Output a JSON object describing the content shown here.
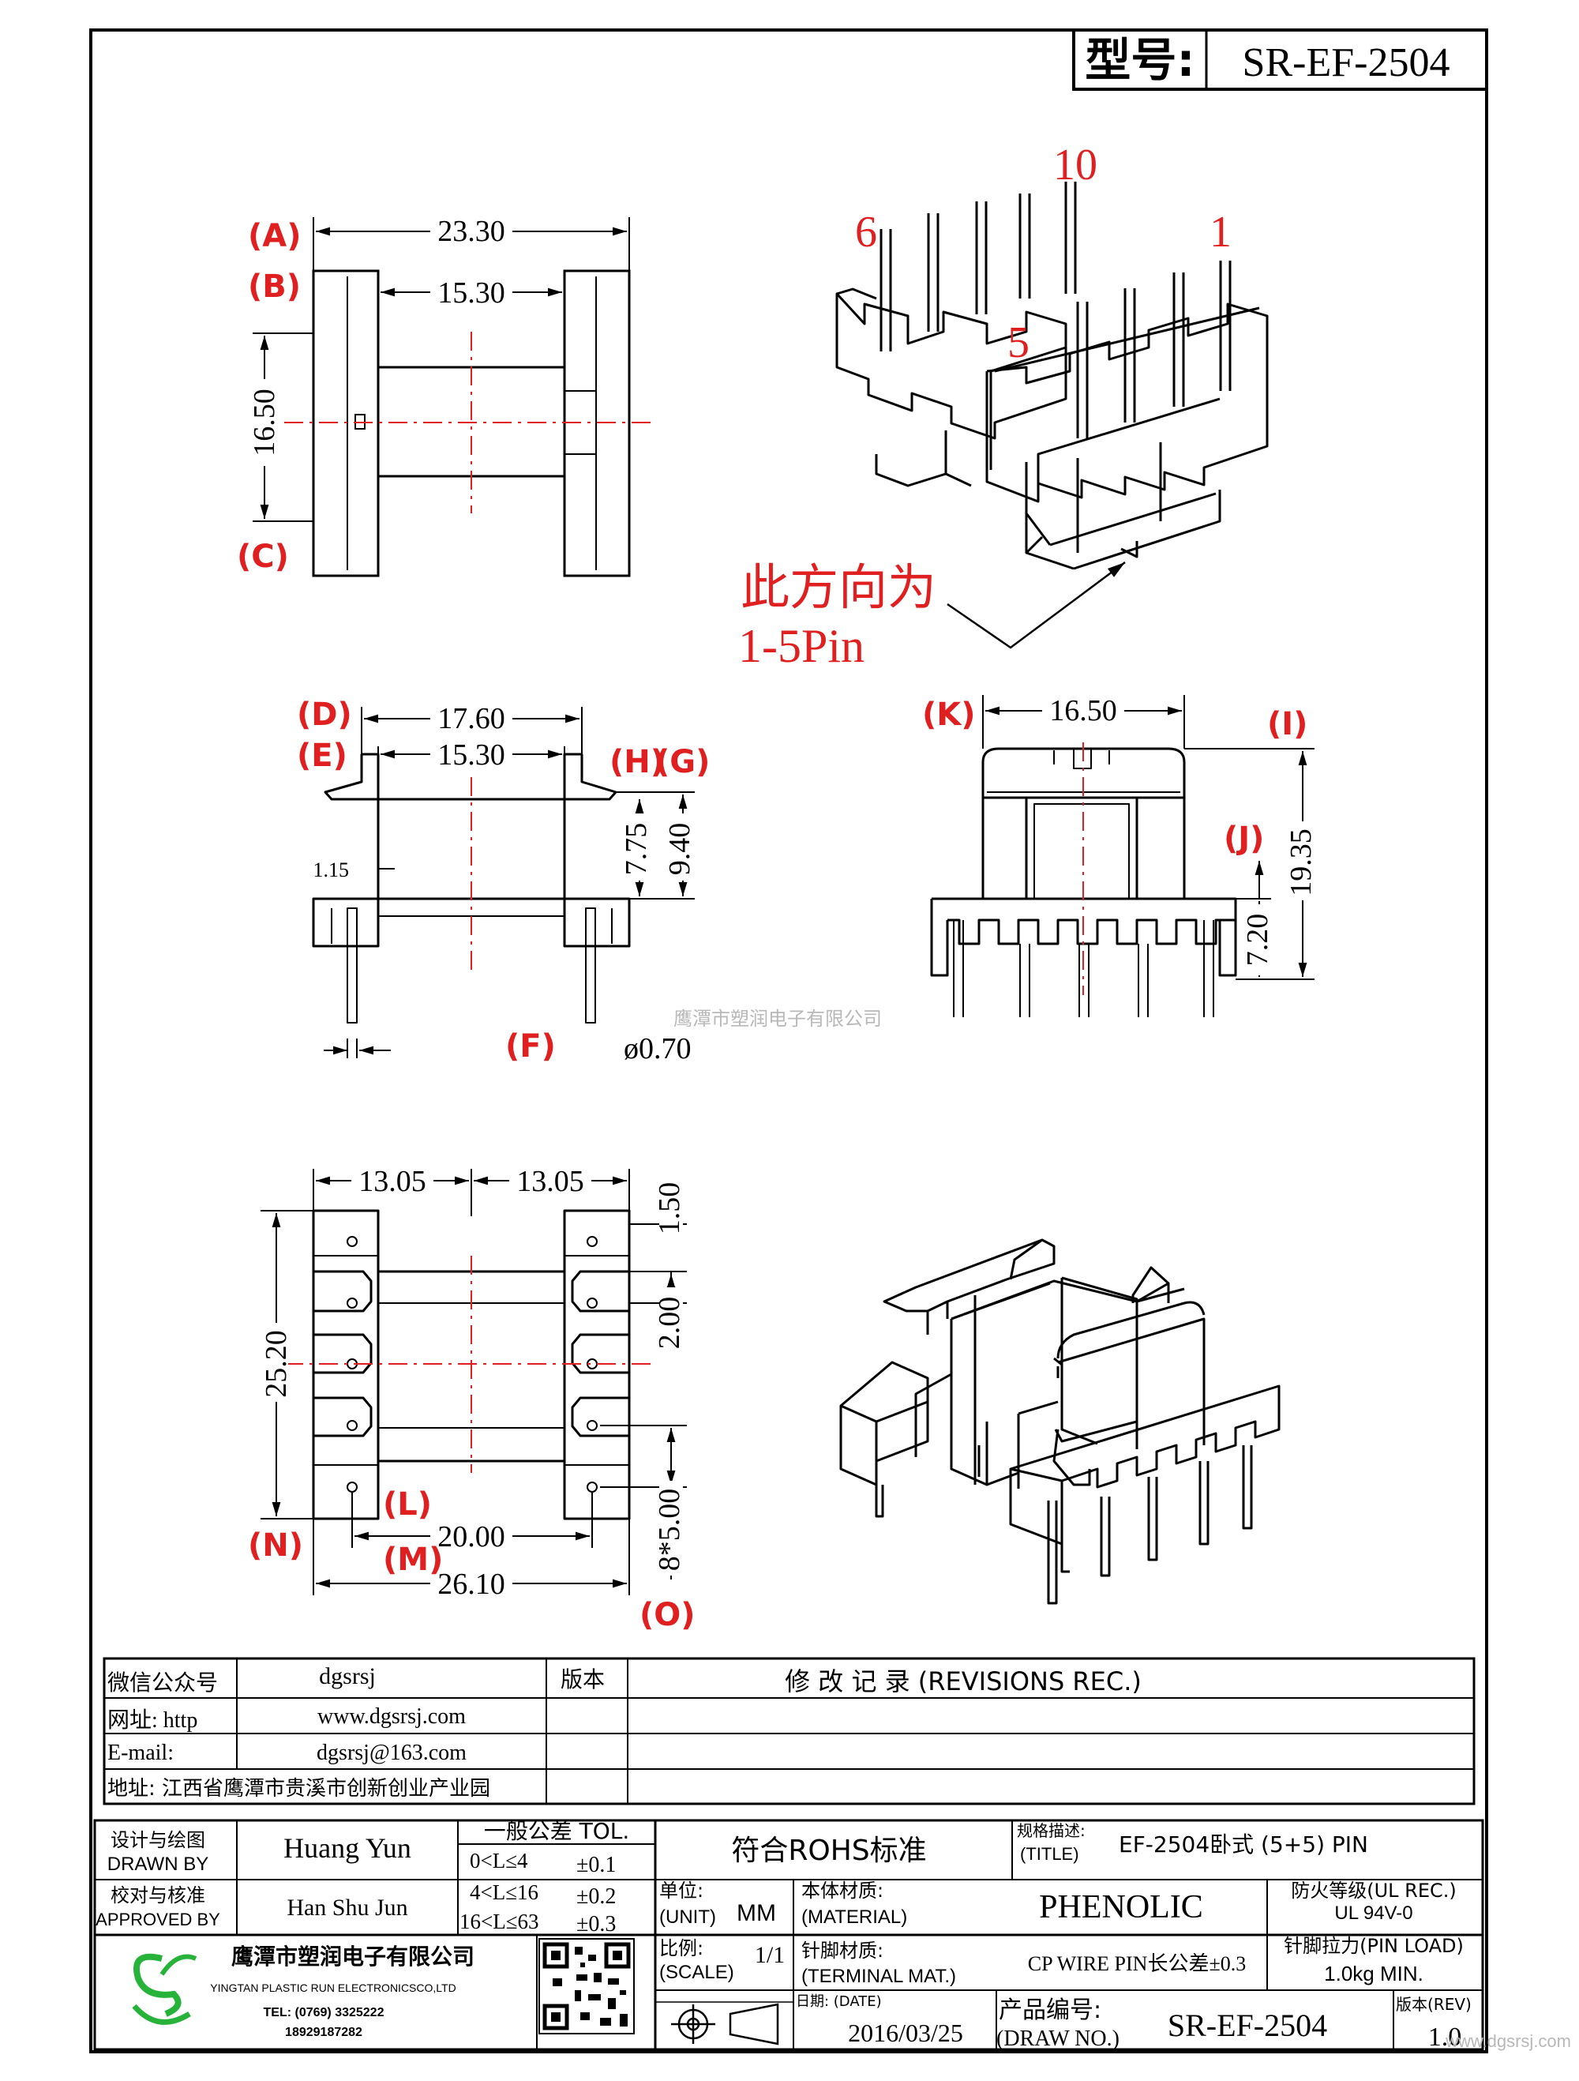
{
  "header": {
    "model_label": "型号:",
    "model_value": "SR-EF-2504"
  },
  "pins": {
    "p1": "1",
    "p5": "5",
    "p6": "6",
    "p10": "10"
  },
  "callout": {
    "line1": "此方向为",
    "line2": "1-5Pin"
  },
  "watermark": "鹰潭市塑润电子有限公司",
  "watermark_corner": "www.dgsrsj.com",
  "dimensions": {
    "d_23_30": "23.30",
    "d_15_30_top": "15.30",
    "d_16_50_side": "16.50",
    "d_17_60": "17.60",
    "d_15_30_front": "15.30",
    "d_1_15": "1.15",
    "d_7_75": "7.75",
    "d_9_40": "9.40",
    "d_phi_0_70": "ø0.70",
    "d_16_50_right": "16.50",
    "d_19_35": "19.35",
    "d_7_20": "7.20",
    "d_13_05_left": "13.05",
    "d_13_05_right": "13.05",
    "d_25_20": "25.20",
    "d_1_50": "1.50",
    "d_2_00": "2.00",
    "d_8x5_00": "8*5.00",
    "d_20_00": "20.00",
    "d_26_10": "26.10"
  },
  "labels": {
    "A": "A",
    "B": "B",
    "C": "C",
    "D": "D",
    "E": "E",
    "F": "F",
    "G": "G",
    "H": "H",
    "I": "I",
    "J": "J",
    "K": "K",
    "L": "L",
    "M": "M",
    "N": "N",
    "O": "O"
  },
  "contact": {
    "wechat_label": "微信公众号",
    "wechat_value": "dgsrsj",
    "web_label": "网址: http",
    "web_value": "www.dgsrsj.com",
    "email_label": "E-mail:",
    "email_value": "dgsrsj@163.com",
    "address": "地址: 江西省鹰潭市贵溪市创新创业产业园"
  },
  "revisions": {
    "version_label": "版本",
    "title": "修 改 记 录  (REVISIONS REC.)"
  },
  "titleblock": {
    "design_label_cn": "设计与绘图",
    "design_label_en": "DRAWN BY",
    "design_name": "Huang  Yun",
    "check_label_cn": "校对与核准",
    "check_label_en": "APPROVED BY",
    "check_name": "Han Shu Jun",
    "tol_title": "一般公差 TOL.",
    "tol_r1_range": "0<L≤4",
    "tol_r1_val": "±0.1",
    "tol_r2_range": "4<L≤16",
    "tol_r2_val": "±0.2",
    "tol_r3_range": "16<L≤63",
    "tol_r3_val": "±0.3",
    "rohs": "符合ROHS标准",
    "title_label_cn": "规格描述:",
    "title_label_en": "(TITLE)",
    "title_value": "EF-2504卧式 (5+5) PIN",
    "unit_label_cn": "单位:",
    "unit_label_en": "(UNIT)",
    "unit_value": "MM",
    "material_label_cn": "本体材质:",
    "material_label_en": "(MATERIAL)",
    "material_value": "PHENOLIC",
    "fire_label": "防火等级(UL REC.)",
    "fire_value": "UL 94V-0",
    "scale_label_cn": "比例:",
    "scale_label_en": "(SCALE)",
    "scale_value": "1/1",
    "terminal_label_cn": "针脚材质:",
    "terminal_label_en": "(TERMINAL MAT.)",
    "terminal_value": "CP WIRE  PIN长公差±0.3",
    "pinload_label": "针脚拉力(PIN LOAD)",
    "pinload_value": "1.0kg MIN.",
    "company_cn": "鹰潭市塑润电子有限公司",
    "company_en": "YINGTAN PLASTIC RUN ELECTRONICSCO,LTD",
    "tel": "TEL: (0769) 3325222",
    "mobile": "18929187282",
    "date_label": "日期: (DATE)",
    "date_value": "2016/03/25",
    "drawno_label_cn": "产品编号:",
    "drawno_label_en": "(DRAW NO.)",
    "drawno_value": "SR-EF-2504",
    "rev_label": "版本(REV)",
    "rev_value": "1.0"
  }
}
